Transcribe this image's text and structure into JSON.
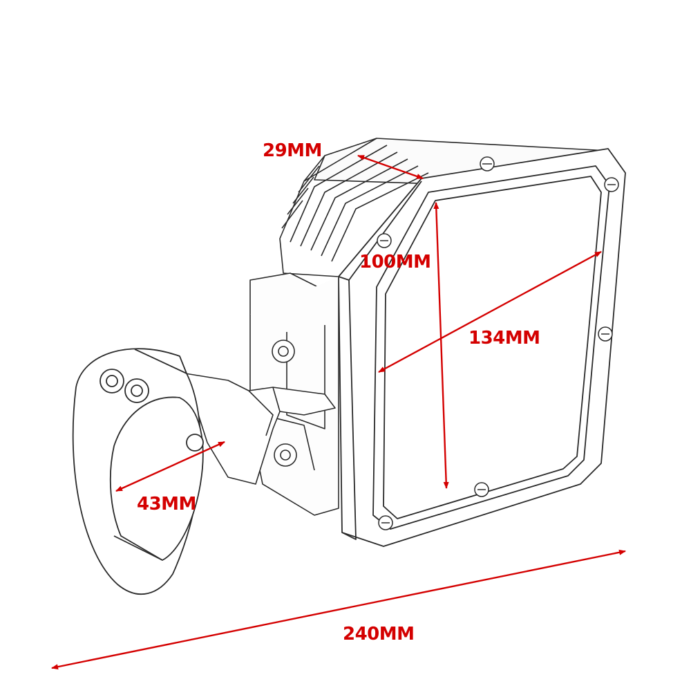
{
  "colors": {
    "dimension": "#d40000",
    "outline": "#2a2a2a",
    "background": "#ffffff"
  },
  "dimensions": {
    "depth": "29MM",
    "height": "100MM",
    "diagonal": "134MM",
    "clamp_diameter": "43MM",
    "overall_length": "240MM"
  }
}
